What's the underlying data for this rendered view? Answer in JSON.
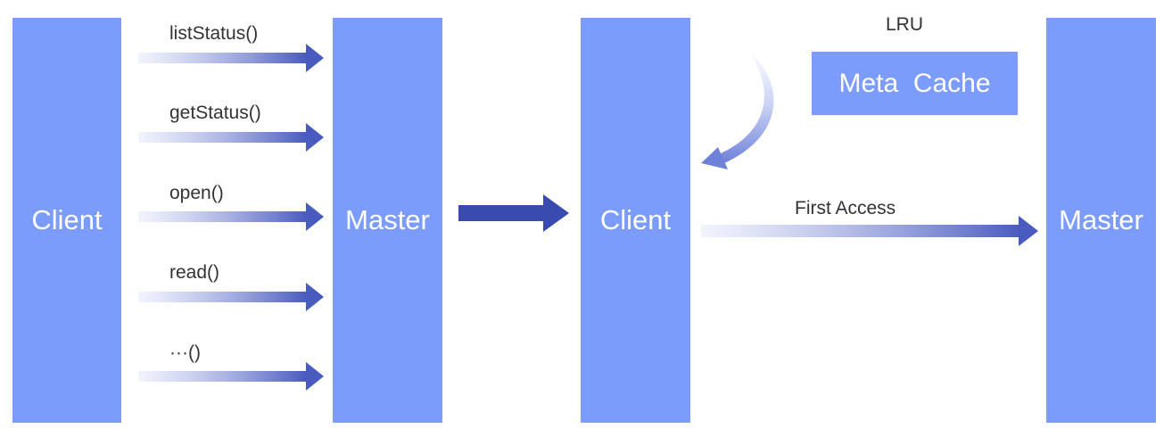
{
  "left_panel": {
    "client_label": "Client",
    "master_label": "Master",
    "calls": [
      {
        "label": "listStatus()"
      },
      {
        "label": "getStatus()"
      },
      {
        "label": "open()"
      },
      {
        "label": "read()"
      },
      {
        "label": "···()"
      }
    ]
  },
  "right_panel": {
    "client_label": "Client",
    "master_label": "Master",
    "lru_label": "LRU",
    "cache_label": "Meta  Cache",
    "first_access_label": "First Access"
  },
  "colors": {
    "block": "#7b9cfb",
    "arrow_dark": "#3a4bb0",
    "arrow_gradient_end": "#4a5bbf",
    "text": "#333333"
  }
}
